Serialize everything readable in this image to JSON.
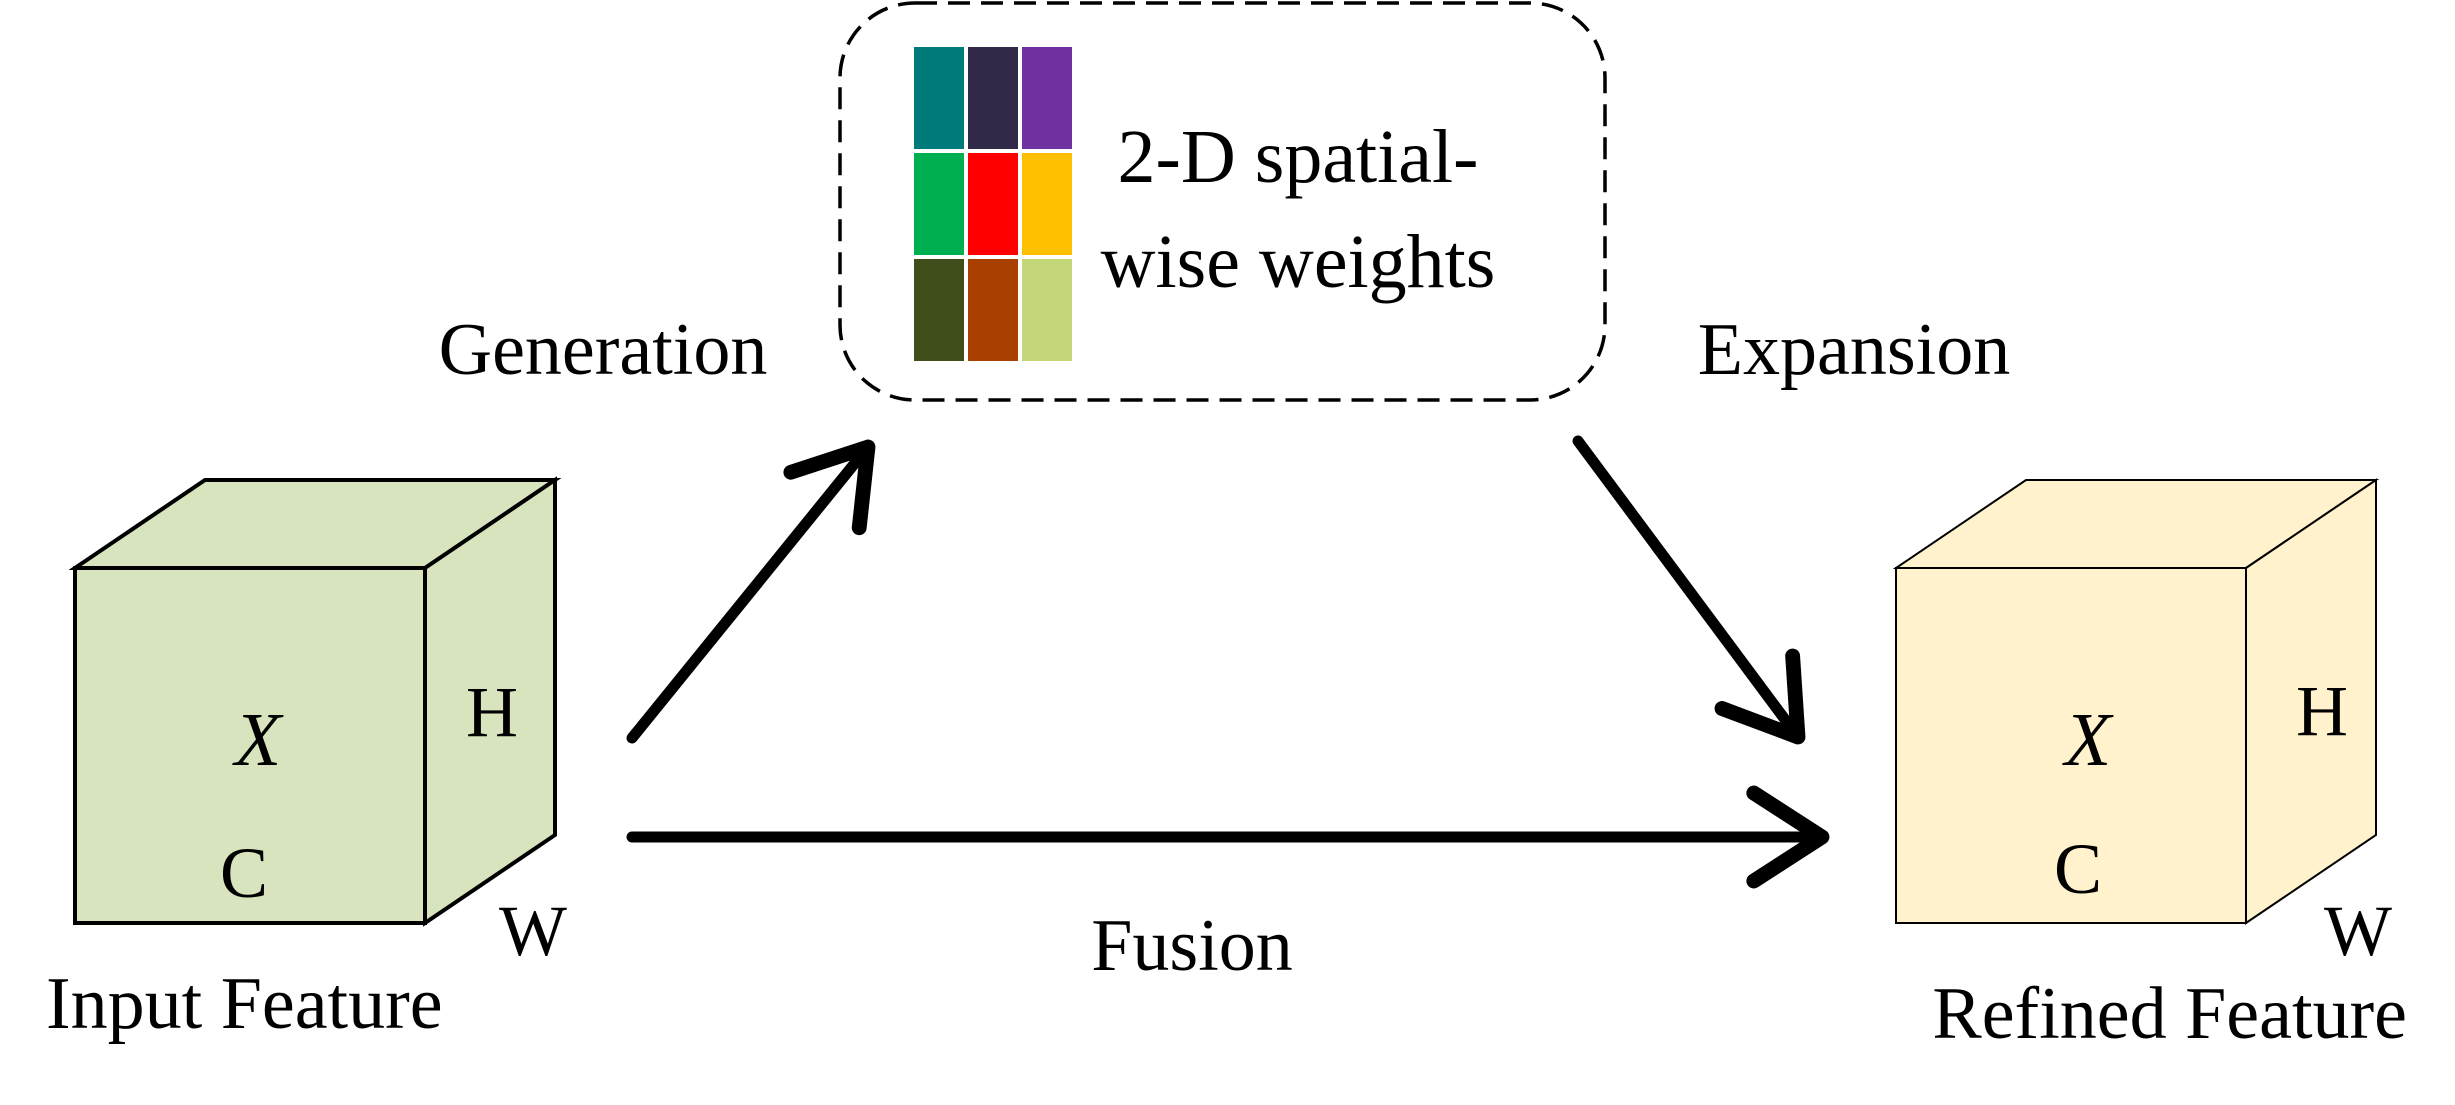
{
  "colors": {
    "input_cube": "#d7e4bd",
    "refined_cube": "#fff2cc",
    "weights_grid": [
      "#007b7b",
      "#302a48",
      "#7030a0",
      "#00b050",
      "#ff0000",
      "#ffc000",
      "#3f4e1b",
      "#a94000",
      "#c3d77a"
    ]
  },
  "input_feature": {
    "symbol": "X",
    "channel_label": "C",
    "height_label": "H",
    "width_label": "W",
    "caption": "Input Feature"
  },
  "refined_feature": {
    "symbol": "X",
    "channel_label": "C",
    "height_label": "H",
    "width_label": "W",
    "caption": "Refined Feature"
  },
  "weights_box": {
    "line1": "2-D spatial-",
    "line2": "wise weights"
  },
  "arrows": {
    "generation": "Generation",
    "expansion": "Expansion",
    "fusion": "Fusion"
  }
}
